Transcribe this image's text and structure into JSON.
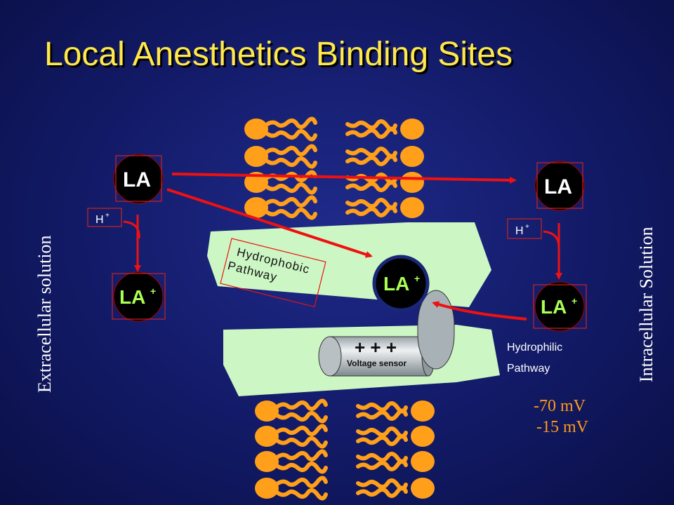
{
  "title": "Local Anesthetics Binding Sites",
  "labels": {
    "extracellular": "Extracellular solution",
    "intracellular": "Intracellular Solution",
    "la": "LA",
    "la_plus": "LA",
    "plus_sign": "+",
    "h": "H",
    "hydrophobic_line1": "Hydrophobic",
    "hydrophobic_line2": "Pathway",
    "hydrophilic_line1": "Hydrophilic",
    "hydrophilic_line2": "Pathway",
    "voltage_charges": "+ + +",
    "voltage_sensor": "Voltage sensor",
    "mv_resting": "-70 mV",
    "mv_depolarized": "-15 mV"
  },
  "colors": {
    "title": "#ffe84a",
    "channel": "#ccf7c4",
    "lipid": "#ff9f1a",
    "arrow": "#ee1111",
    "la_plus_text": "#aaff55",
    "mv_text": "#ff9a1a"
  }
}
